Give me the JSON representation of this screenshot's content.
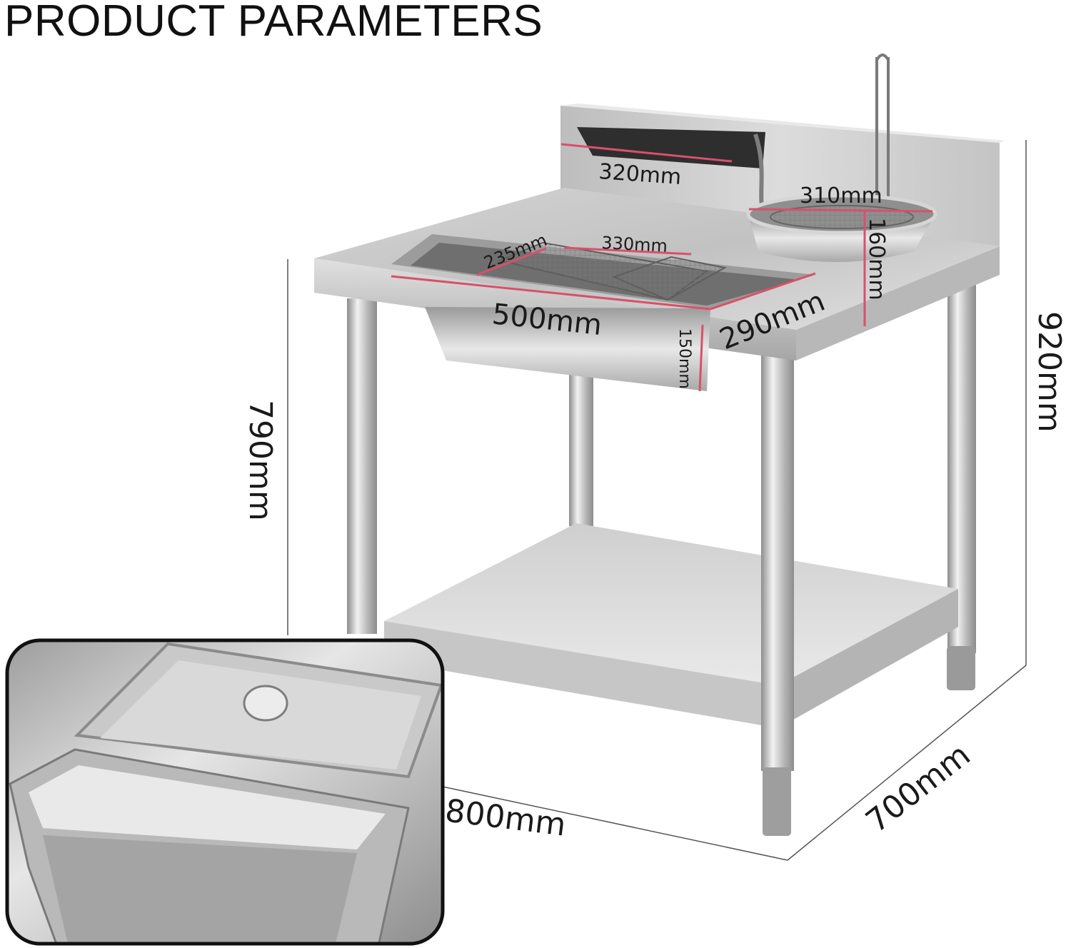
{
  "header": {
    "title": "PRODUCT PARAMETERS"
  },
  "dimensions": {
    "backsplash_slot": "320mm",
    "round_basket_diameter": "310mm",
    "round_basket_height": "160mm",
    "fry_basket_width": "235mm",
    "fry_basket_length": "330mm",
    "pan_length": "500mm",
    "pan_width": "290mm",
    "pan_depth": "150mm",
    "table_height": "790mm",
    "total_height": "920mm",
    "table_width": "800mm",
    "table_depth": "700mm"
  },
  "colors": {
    "steel_light": "#e6e6e6",
    "steel_mid": "#bdbdbd",
    "steel_dark": "#8a8a8a",
    "measure_line": "#d9506a",
    "inset_border": "#111111"
  }
}
